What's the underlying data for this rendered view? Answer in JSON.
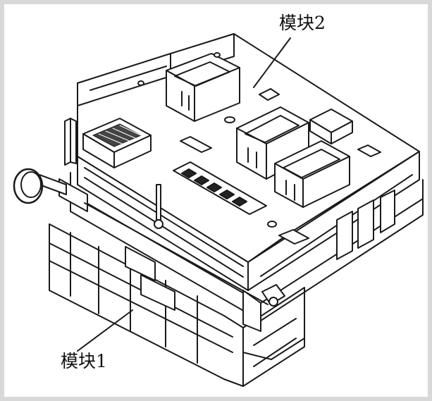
{
  "figure": {
    "label_module_2": "模块2",
    "label_module_1": "模块1"
  },
  "colors": {
    "line": "#1a1a1a",
    "fill": "#ffffff",
    "frame": "#d8d8d8"
  },
  "icons": [
    "connector-plug",
    "mesh-vent-grille",
    "fuse-row",
    "round-knob"
  ]
}
